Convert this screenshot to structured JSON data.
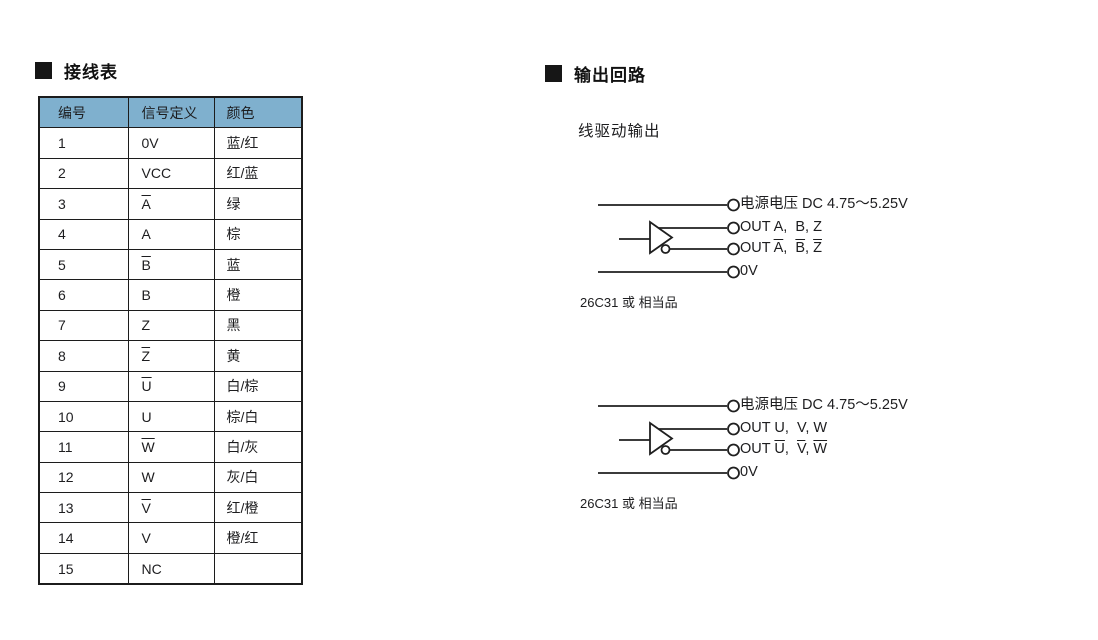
{
  "page": {
    "background": "#ffffff",
    "text_color": "#1d1d1f"
  },
  "wiring_section": {
    "title": "接线表",
    "table": {
      "header_bg": "#7fb0ce",
      "border_color": "#1c1c1c",
      "header": [
        "编号",
        "信号定义",
        "颜色"
      ],
      "rows": [
        {
          "no": "1",
          "signal": "0V",
          "color": "蓝/红"
        },
        {
          "no": "2",
          "signal": "VCC",
          "color": "红/蓝"
        },
        {
          "no": "3",
          "signal": "A̅",
          "color": "绿"
        },
        {
          "no": "4",
          "signal": "A",
          "color": "棕"
        },
        {
          "no": "5",
          "signal": "B̅",
          "color": "蓝"
        },
        {
          "no": "6",
          "signal": "B",
          "color": "橙"
        },
        {
          "no": "7",
          "signal": "Z",
          "color": "黑"
        },
        {
          "no": "8",
          "signal": "Z̅",
          "color": "黄"
        },
        {
          "no": "9",
          "signal": "U̅",
          "color": "白/棕"
        },
        {
          "no": "10",
          "signal": "U",
          "color": "棕/白"
        },
        {
          "no": "11",
          "signal": "W̅",
          "color": "白/灰"
        },
        {
          "no": "12",
          "signal": "W",
          "color": "灰/白"
        },
        {
          "no": "13",
          "signal": "V̅",
          "color": "红/橙"
        },
        {
          "no": "14",
          "signal": "V",
          "color": "橙/红"
        },
        {
          "no": "15",
          "signal": "NC",
          "color": ""
        }
      ]
    }
  },
  "output_section": {
    "title": "输出回路",
    "subtitle": "线驱动输出",
    "circuits": [
      {
        "power_label": "电源电压 DC 4.75～5.25V",
        "out_label": "OUT A,  B, Z",
        "out_inv_label": "OUT A̅,  B̅, Z̅",
        "gnd_label": "0V",
        "chip_label": "26C31 或 相当品"
      },
      {
        "power_label": "电源电压 DC 4.75～5.25V",
        "out_label": "OUT U,  V, W",
        "out_inv_label": "OUT U̅,  V̅, W̅",
        "gnd_label": "0V",
        "chip_label": "26C31 或 相当品"
      }
    ]
  }
}
